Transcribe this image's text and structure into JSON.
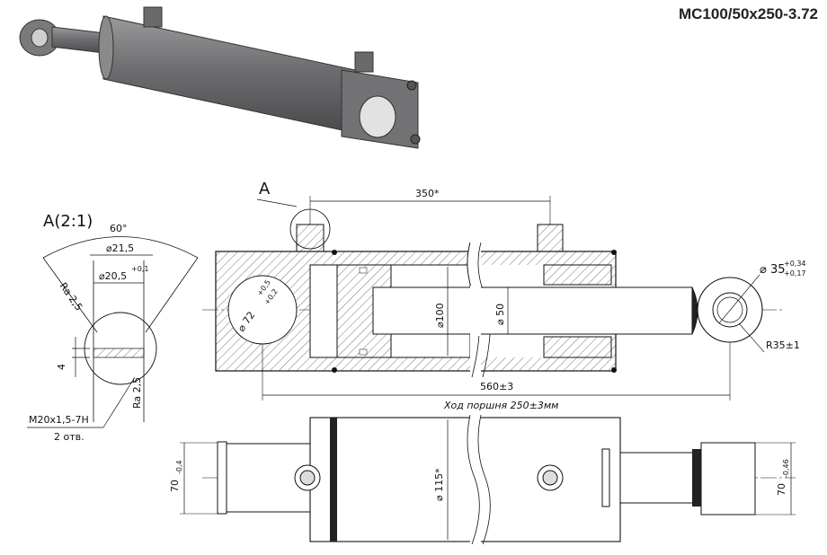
{
  "title": "МС100/50х250-3.72",
  "detail": {
    "label": "A(2:1)",
    "angle": "60°",
    "d_outer": "⌀21,5",
    "d_inner": "⌀20,5",
    "d_inner_tol": "+0,1",
    "ra_top": "Ra 2,5",
    "ra_side": "Ra 2,5",
    "depth": "4",
    "thread": "M20х1,5-7H",
    "count": "2 отв."
  },
  "section": {
    "view_label": "A",
    "dim_350": "350*",
    "bore_dia": "⌀ 72",
    "bore_tol_top": "+0,5",
    "bore_tol_bot": "+0,2",
    "piston_dia": "⌀100",
    "rod_dia": "⌀ 50",
    "eye_dia": "⌀ 35",
    "eye_tol_top": "+0,34",
    "eye_tol_bot": "+0,17",
    "radius": "R35±1",
    "length": "560±3",
    "stroke": "Ход поршня 250±3мм"
  },
  "side": {
    "width_left": "70",
    "width_left_tol": "-0,4",
    "body_dia": "⌀ 115*",
    "width_right": "70",
    "width_right_tol": "-0,46"
  },
  "colors": {
    "line": "#111111",
    "body": "#6f6f70",
    "hatch": "#555555"
  }
}
